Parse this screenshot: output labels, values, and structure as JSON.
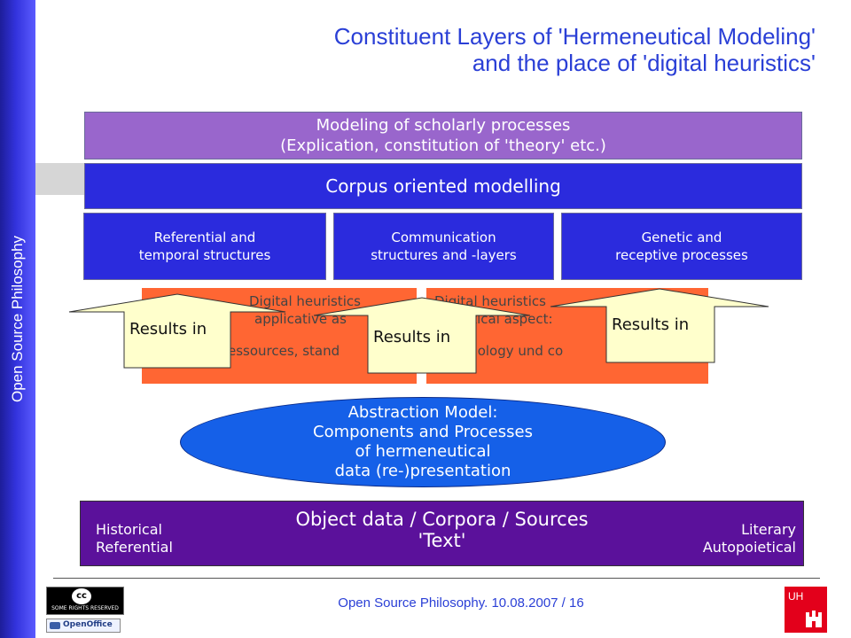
{
  "sidebar": {
    "label": "Open Source Philosophy"
  },
  "title": {
    "line1": "Constituent Layers of 'Hermeneutical Modeling'",
    "line2": "and the place of 'digital heuristics'"
  },
  "layers": {
    "processes": {
      "line1": "Modeling of scholarly processes",
      "line2": "(Explication, constitution of 'theory' etc.)"
    },
    "corpus": {
      "label": "Corpus oriented modelling"
    },
    "sub": [
      {
        "line1": "Referential and",
        "line2": "temporal structures"
      },
      {
        "line1": "Communication",
        "line2": "structures and -layers"
      },
      {
        "line1": "Genetic and",
        "line2": "receptive processes"
      }
    ]
  },
  "heuristics": {
    "left": {
      "line1": "Digital heuristics",
      "line2": "applicative as",
      "line3": "essources, stand"
    },
    "right": {
      "line1": "Digital heuristics",
      "line2": "etical aspect:",
      "line3": "odology und co"
    }
  },
  "arrows": {
    "label": "Results in"
  },
  "abstraction": {
    "line1": "Abstraction Model:",
    "line2": "Components and Processes",
    "line3": "of hermeneutical",
    "line4": "data (re-)presentation"
  },
  "object": {
    "line1": "Object data / Corpora / Sources",
    "line2": "'Text'",
    "left1": "Historical",
    "left2": "Referential",
    "right1": "Literary",
    "right2": "Autopoietical"
  },
  "footer": {
    "text": "Open Source Philosophy. 10.08.2007 / 16"
  },
  "logos": {
    "cc_text": "SOME RIGHTS RESERVED",
    "oo_text": "OpenOffice",
    "uhh_text": "UH"
  },
  "colors": {
    "title": "#2a3fd6",
    "processes": "#9966cc",
    "corpus": "#2b2bdd",
    "orange": "#ff6633",
    "arrow": "#ffffcc",
    "ellipse": "#1560e8",
    "object": "#5b119b"
  }
}
